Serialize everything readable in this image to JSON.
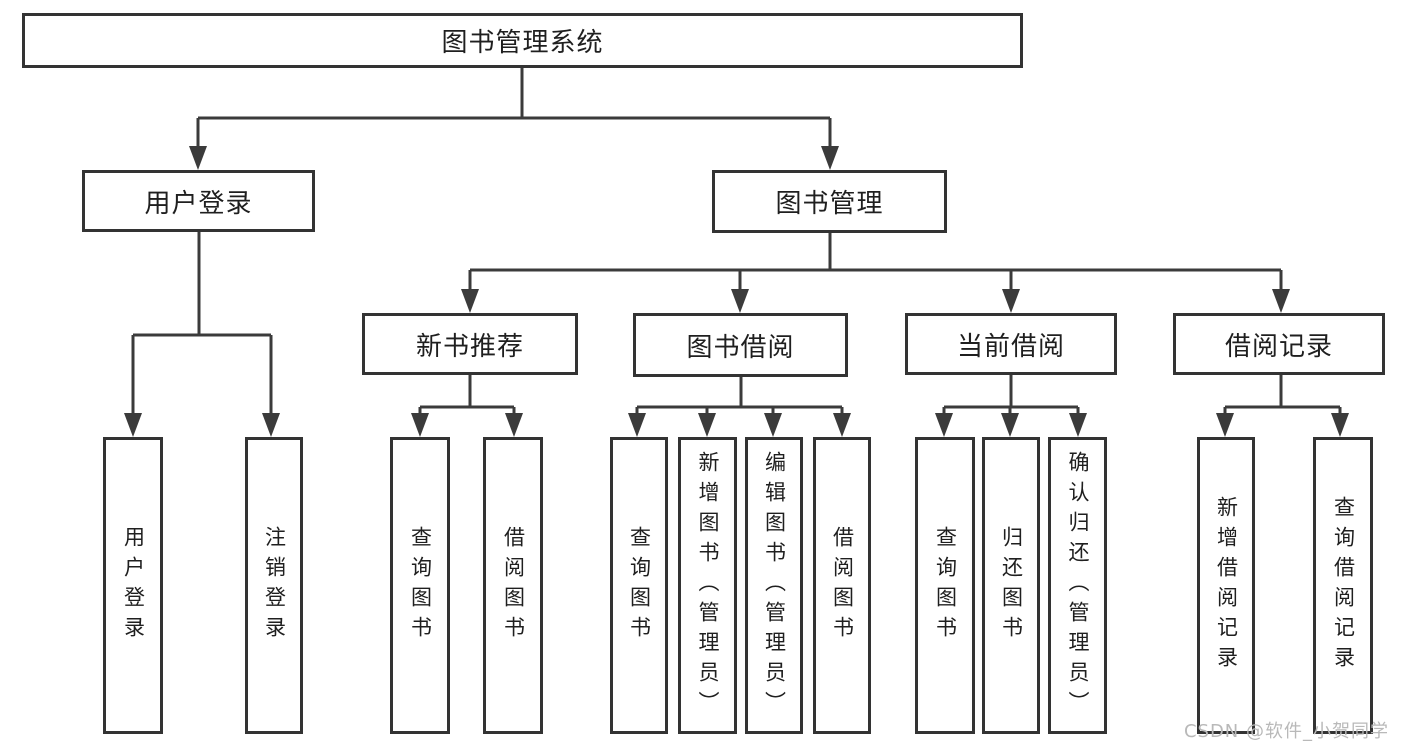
{
  "diagram": {
    "root": {
      "label": "图书管理系统"
    },
    "level2": [
      {
        "label": "用户登录"
      },
      {
        "label": "图书管理"
      }
    ],
    "level3": [
      {
        "label": "新书推荐",
        "parent": "图书管理"
      },
      {
        "label": "图书借阅",
        "parent": "图书管理"
      },
      {
        "label": "当前借阅",
        "parent": "图书管理"
      },
      {
        "label": "借阅记录",
        "parent": "图书管理"
      }
    ],
    "leaves": [
      {
        "parent": "用户登录",
        "label": "用户登录"
      },
      {
        "parent": "用户登录",
        "label": "注销登录"
      },
      {
        "parent": "新书推荐",
        "label": "查询图书"
      },
      {
        "parent": "新书推荐",
        "label": "借阅图书"
      },
      {
        "parent": "图书借阅",
        "label": "查询图书"
      },
      {
        "parent": "图书借阅",
        "label": "新增图书（管理员）"
      },
      {
        "parent": "图书借阅",
        "label": "编辑图书（管理员）"
      },
      {
        "parent": "图书借阅",
        "label": "借阅图书"
      },
      {
        "parent": "当前借阅",
        "label": "查询图书"
      },
      {
        "parent": "当前借阅",
        "label": "归还图书"
      },
      {
        "parent": "当前借阅",
        "label": "确认归还（管理员）"
      },
      {
        "parent": "借阅记录",
        "label": "新增借阅记录"
      },
      {
        "parent": "借阅记录",
        "label": "查询借阅记录"
      }
    ]
  },
  "watermark": {
    "text": "CSDN @软件_小贺同学",
    "color": "#b9b9b9"
  },
  "colors": {
    "background": "#ffffff",
    "line": "#3b3b3b",
    "box_border": "#333333",
    "text": "#1f1f1f"
  }
}
